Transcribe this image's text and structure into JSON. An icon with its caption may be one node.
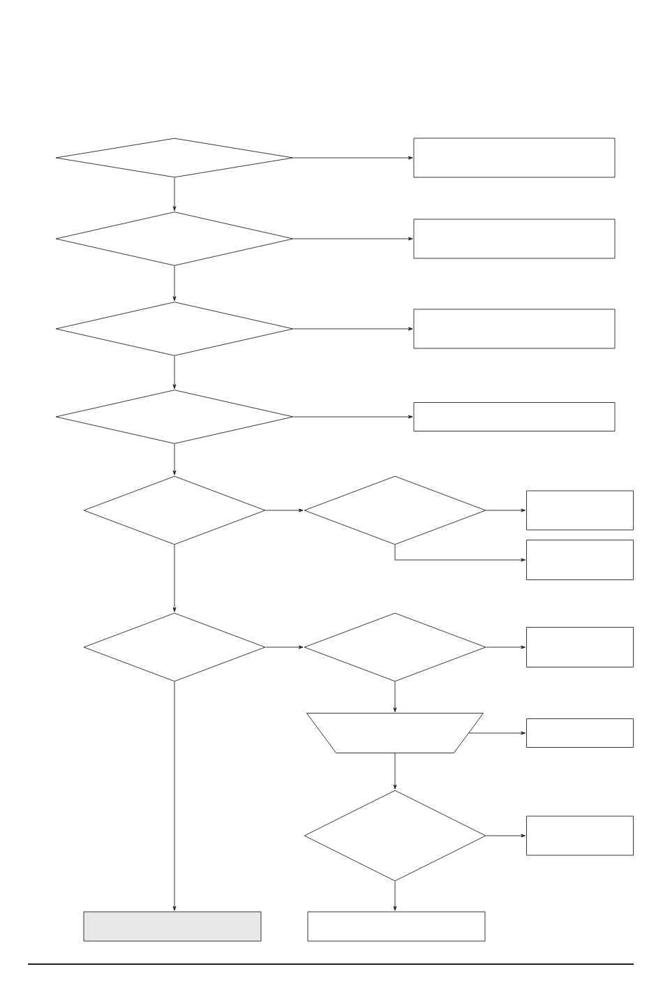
{
  "diagram": {
    "nodes": [
      {
        "text": [],
        "shape": "diamond"
      },
      {
        "text": [],
        "shape": "box"
      },
      {
        "text": [],
        "shape": "diamond"
      },
      {
        "text": [],
        "shape": "box"
      },
      {
        "text": [],
        "shape": "diamond"
      },
      {
        "text": [],
        "shape": "box"
      },
      {
        "text": [],
        "shape": "diamond"
      },
      {
        "text": [],
        "shape": "box"
      },
      {
        "text": [],
        "shape": "diamond"
      },
      {
        "text": [],
        "shape": "diamond"
      },
      {
        "text": [],
        "shape": "box"
      },
      {
        "text": [],
        "shape": "box"
      },
      {
        "text": [],
        "shape": "diamond"
      },
      {
        "text": [],
        "shape": "diamond"
      },
      {
        "text": [],
        "shape": "box"
      },
      {
        "text": [],
        "shape": "trapezoid"
      },
      {
        "text": [],
        "shape": "box"
      },
      {
        "text": [],
        "shape": "diamond"
      },
      {
        "text": [],
        "shape": "box"
      },
      {
        "text": [],
        "shape": "box"
      },
      {
        "text": [],
        "shape": "box"
      }
    ],
    "edges": [
      {
        "from": 0,
        "to": 1,
        "arrow": "to"
      },
      {
        "from": 0,
        "to": 2,
        "arrow": "to"
      },
      {
        "from": 2,
        "to": 3,
        "arrow": "to"
      },
      {
        "from": 2,
        "to": 4,
        "arrow": "to"
      },
      {
        "from": 4,
        "to": 5,
        "arrow": "to"
      },
      {
        "from": 4,
        "to": 6,
        "arrow": "to"
      },
      {
        "from": 6,
        "to": 7,
        "arrow": "to"
      },
      {
        "from": 6,
        "to": 8,
        "arrow": "to"
      },
      {
        "from": 8,
        "to": 9,
        "arrow": "to"
      },
      {
        "from": 9,
        "to": 10,
        "arrow": "to"
      },
      {
        "from": 9,
        "to": 11,
        "arrow": "to"
      },
      {
        "from": 8,
        "to": 12,
        "arrow": "to"
      },
      {
        "from": 12,
        "to": 13,
        "arrow": "to"
      },
      {
        "from": 13,
        "to": 14,
        "arrow": "to"
      },
      {
        "from": 13,
        "to": 15,
        "arrow": "to"
      },
      {
        "from": 15,
        "to": 16,
        "arrow": "to"
      },
      {
        "from": 15,
        "to": 17,
        "arrow": "to"
      },
      {
        "from": 17,
        "to": 18,
        "arrow": "to"
      },
      {
        "from": 17,
        "to": 20,
        "arrow": "to"
      },
      {
        "from": 12,
        "to": 19,
        "arrow": "to"
      }
    ]
  }
}
